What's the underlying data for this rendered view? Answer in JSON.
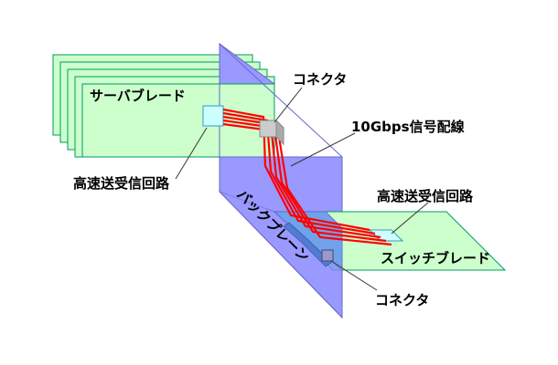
{
  "labels": {
    "server_blade": "サーバブレード",
    "connector_top": "コネクタ",
    "signal_wiring": "10Gbps信号配線",
    "hs_circuit_left": "高速送受信回路",
    "hs_circuit_right": "高速送受信回路",
    "backplane": "バックプレーン",
    "switch_blade": "スイッチブレード",
    "connector_bottom": "コネクタ"
  },
  "colors": {
    "blade_fill": "#ccffcc",
    "blade_stroke": "#009966",
    "backplane_fill": "#9999ff",
    "backplane_stroke": "#6666cc",
    "chip_fill": "#ccffff",
    "chip_stroke": "#3399cc",
    "signal": "#ff0000",
    "connector": "#cccccc",
    "connector_bottom": "#9999cc",
    "leader": "#333333"
  }
}
